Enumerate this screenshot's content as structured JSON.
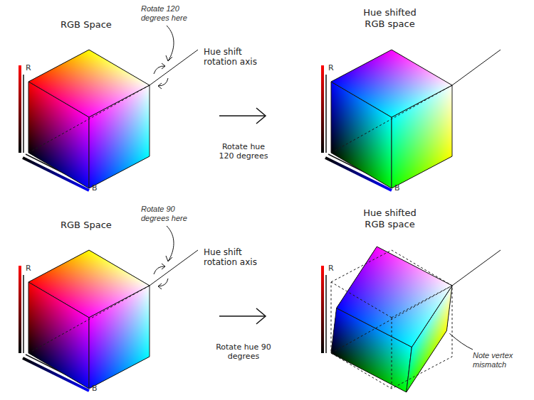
{
  "diagram": {
    "labels": [
      "RGB Space",
      "Rotate 120 degrees here",
      "Hue shift rotation axis",
      "R",
      "B",
      "Rotate hue 120 degrees",
      "Hue shifted RGB space",
      "R",
      "B",
      "RGB Space",
      "Rotate 90 degrees here",
      "Hue shift rotation axis",
      "R",
      "B",
      "Rotate hue 90 degrees",
      "Hue shifted RGB space",
      "R",
      "Note vertex mismatch"
    ]
  }
}
